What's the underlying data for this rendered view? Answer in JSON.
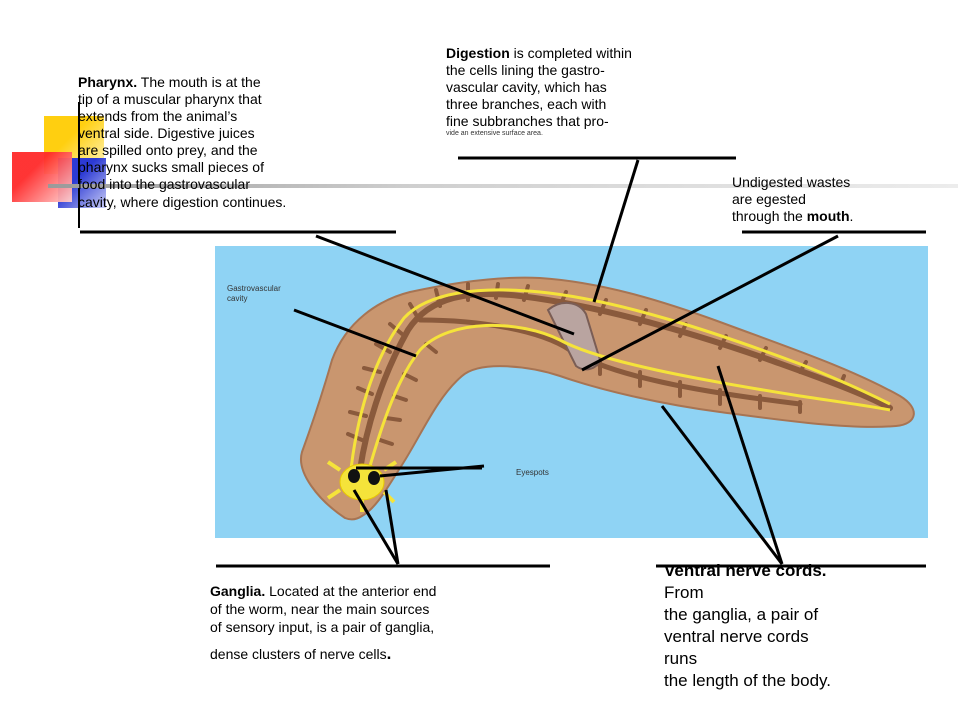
{
  "labels": {
    "pharynx": {
      "title": "Pharynx.",
      "lines": [
        " The mouth is at the",
        "tip of a muscular pharynx that",
        "extends from the animal’s",
        "ventral side. Digestive juices",
        "are spilled onto prey, and the",
        "pharynx sucks small pieces of",
        "food into the gastrovascular",
        "cavity, where digestion continues."
      ]
    },
    "digestion": {
      "title": "Digestion",
      "lines": [
        " is completed within",
        "the cells lining the gastro-",
        "vascular cavity, which has",
        "three branches, each with",
        "fine subbranches that pro-",
        "vide an extensive surface area."
      ]
    },
    "wastes": {
      "line1": "Undigested wastes",
      "line2": "are egested",
      "line3": "through the ",
      "bold": "mouth",
      "end": "."
    },
    "ganglia": {
      "title": "Ganglia.",
      "lines": [
        " Located at the anterior end",
        "of the worm, near the main sources",
        "of sensory input, is a pair of ganglia,",
        "dense clusters of nerve cells"
      ],
      "end": "."
    },
    "nerve": {
      "title": "Ventral nerve cords.",
      "lines": [
        "From",
        "the ganglia, a pair of",
        "ventral nerve cords",
        "runs",
        "the length of the body."
      ]
    },
    "gastrovascular_line1": "Gastrovascular",
    "gastrovascular_line2": "cavity",
    "eyespots": "Eyespots"
  },
  "colors": {
    "water": "#8fd3f4",
    "body": "#c9966f",
    "body_dark": "#9c6a48",
    "branches": "#8a5a3c",
    "nerve": "#f5e33a",
    "deco_yellow": "#ffd21a",
    "deco_red": "#ff2a2a",
    "deco_blue": "#2f3fd6"
  }
}
